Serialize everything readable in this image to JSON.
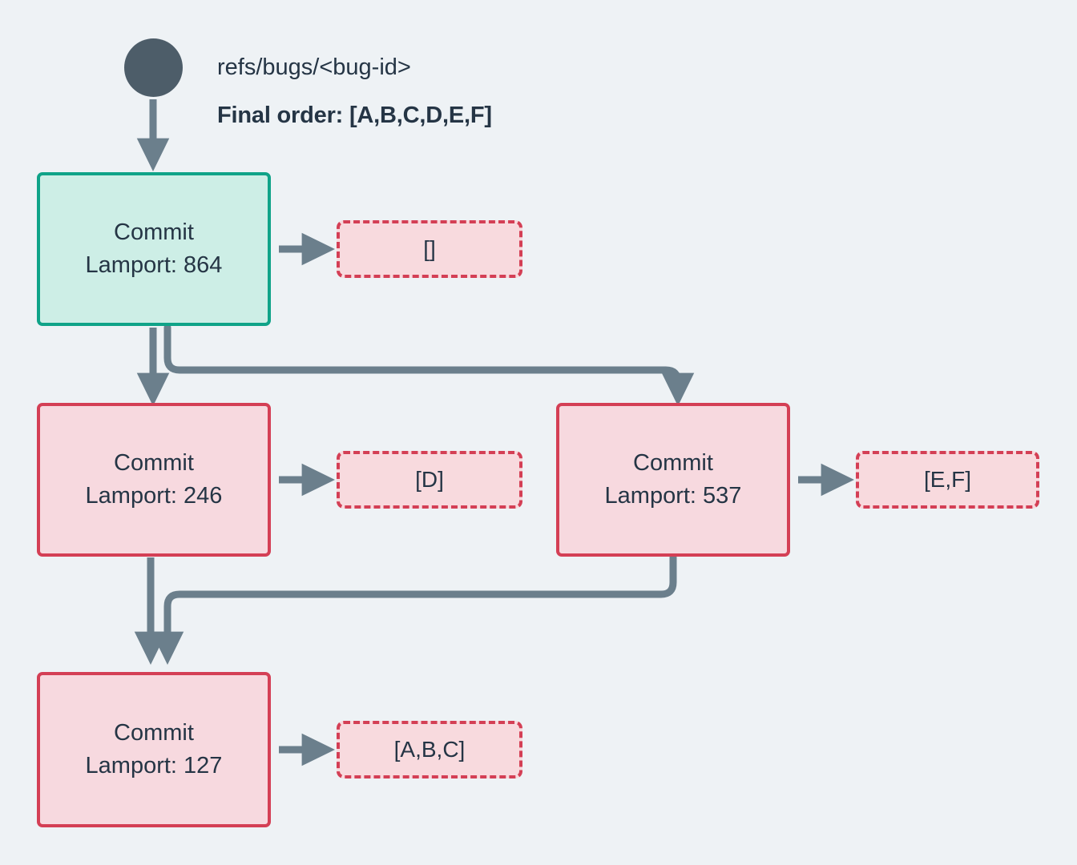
{
  "diagram": {
    "type": "commit-dag",
    "background_color": "#eef2f5",
    "edge_color": "#6b7f8c",
    "head_node_fill": "#cdeee6",
    "head_node_border": "#0fa388",
    "commit_node_fill": "#f7d9df",
    "commit_node_border": "#d43f55",
    "payload_fill": "#f8dade",
    "payload_border": "#d43f55",
    "text_color": "#253545",
    "root_dot_color": "#4d5d69"
  },
  "header": {
    "ref_label": "refs/bugs/<bug-id>",
    "final_order_label": "Final order: [A,B,C,D,E,F]"
  },
  "nodes": [
    {
      "id": "head",
      "title": "Commit",
      "lamport_label": "Lamport: 864",
      "lamport": 864,
      "style": "head"
    },
    {
      "id": "c246",
      "title": "Commit",
      "lamport_label": "Lamport: 246",
      "lamport": 246,
      "style": "commit"
    },
    {
      "id": "c537",
      "title": "Commit",
      "lamport_label": "Lamport: 537",
      "lamport": 537,
      "style": "commit"
    },
    {
      "id": "c127",
      "title": "Commit",
      "lamport_label": "Lamport: 127",
      "lamport": 127,
      "style": "commit"
    }
  ],
  "payloads": [
    {
      "id": "p-head",
      "label": "[]",
      "items": []
    },
    {
      "id": "p-246",
      "label": "[D]",
      "items": [
        "D"
      ]
    },
    {
      "id": "p-537",
      "label": "[E,F]",
      "items": [
        "E",
        "F"
      ]
    },
    {
      "id": "p-127",
      "label": "[A,B,C]",
      "items": [
        "A",
        "B",
        "C"
      ]
    }
  ],
  "edges": [
    {
      "from": "root",
      "to": "head"
    },
    {
      "from": "head",
      "to": "c246"
    },
    {
      "from": "head",
      "to": "c537"
    },
    {
      "from": "c246",
      "to": "c127"
    },
    {
      "from": "c537",
      "to": "c127"
    },
    {
      "from": "head",
      "to": "p-head"
    },
    {
      "from": "c246",
      "to": "p-246"
    },
    {
      "from": "c537",
      "to": "p-537"
    },
    {
      "from": "c127",
      "to": "p-127"
    }
  ]
}
